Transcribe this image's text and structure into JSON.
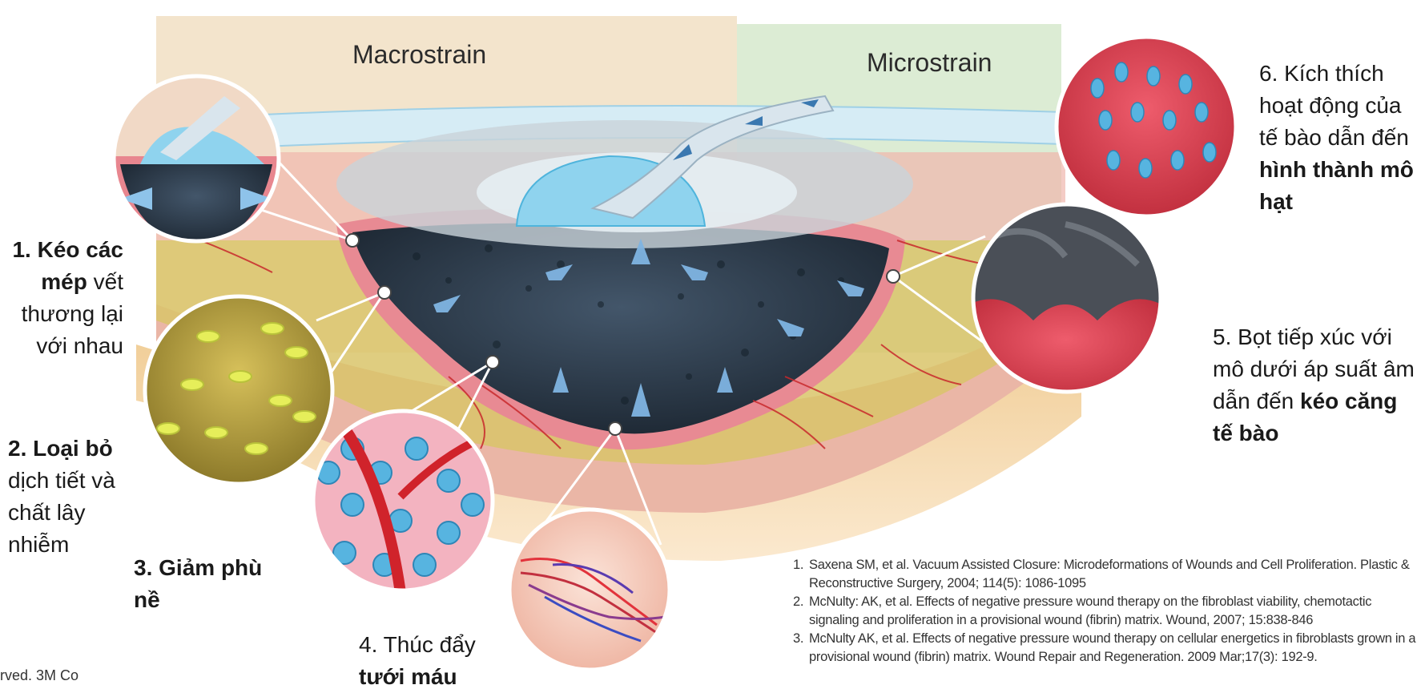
{
  "panels": {
    "left_title": "Macrostrain",
    "right_title": "Microstrain"
  },
  "labels": {
    "step1": {
      "bold": "1. Kéo các mép",
      "rest": " vết thương lại với nhau"
    },
    "step2": {
      "bold": "2. Loại bỏ",
      "rest": " dịch tiết và chất lây nhiễm"
    },
    "step3": {
      "bold": "3. Giảm phù nề",
      "rest": ""
    },
    "step4": {
      "pre": "4. Thúc đẩy ",
      "bold": "tưới máu"
    },
    "step5": {
      "pre": "5. Bọt tiếp xúc với mô dưới áp suất âm dẫn đến ",
      "bold": "kéo căng tế bào"
    },
    "step6": {
      "pre": "6. Kích thích hoạt động của tế bào dẫn đến ",
      "bold": "hình thành mô hạt"
    }
  },
  "references": [
    {
      "num": "1.",
      "text": "Saxena SM, et al. Vacuum Assisted Closure: Microdeformations of Wounds and Cell Proliferation. Plastic & Reconstructive Surgery, 2004; 114(5): 1086-1095"
    },
    {
      "num": "2.",
      "text": "McNulty: AK, et al. Effects of negative pressure wound therapy on the fibroblast viability, chemotactic signaling and proliferation in a provisional wound (fibrin) matrix. Wound, 2007; 15:838-846"
    },
    {
      "num": "3.",
      "text": "McNulty AK, et al. Effects of negative pressure wound therapy on cellular energetics in fibroblasts grown in a provisional wound (fibrin) matrix. Wound Repair and Regeneration. 2009 Mar;17(3): 192-9."
    }
  ],
  "copyright": "rved. 3M Co",
  "colors": {
    "macro_bg": "#f3e4cc",
    "micro_bg": "#dcecd4",
    "foam": "#2e3a48",
    "tissue_pink": "#e8868f",
    "fat_yellow": "#d9c46a",
    "drape_blue": "#bfe4f2",
    "tube": "#d6e4ee"
  }
}
